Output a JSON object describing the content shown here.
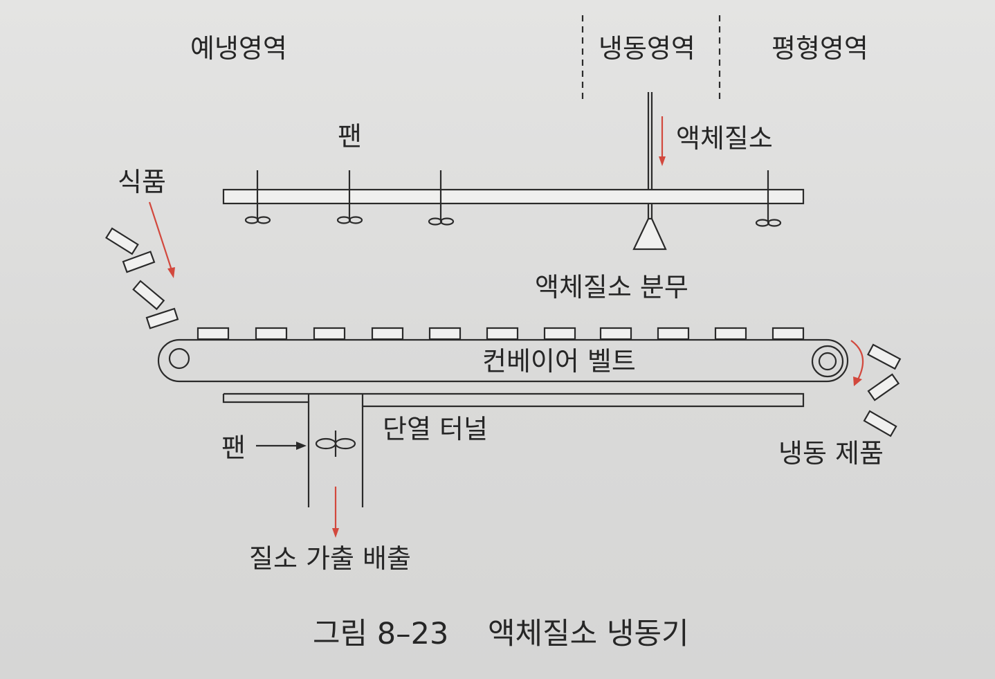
{
  "regions": {
    "precool": "예냉영역",
    "freeze": "냉동영역",
    "equilibrium": "평형영역"
  },
  "labels": {
    "fan_top": "팬",
    "food": "식품",
    "liquid_nitrogen": "액체질소",
    "spray": "액체질소 분무",
    "conveyor": "컨베이어 벨트",
    "tunnel": "단열 터널",
    "fan_bottom": "팬",
    "frozen_product": "냉동 제품",
    "exhaust": "질소 가출 배출"
  },
  "caption": {
    "number": "그림 8–23",
    "title": "액체질소 냉동기"
  },
  "colors": {
    "arrow": "#d2483d",
    "line": "#2a2a2a",
    "background": "#dcdcdb"
  }
}
